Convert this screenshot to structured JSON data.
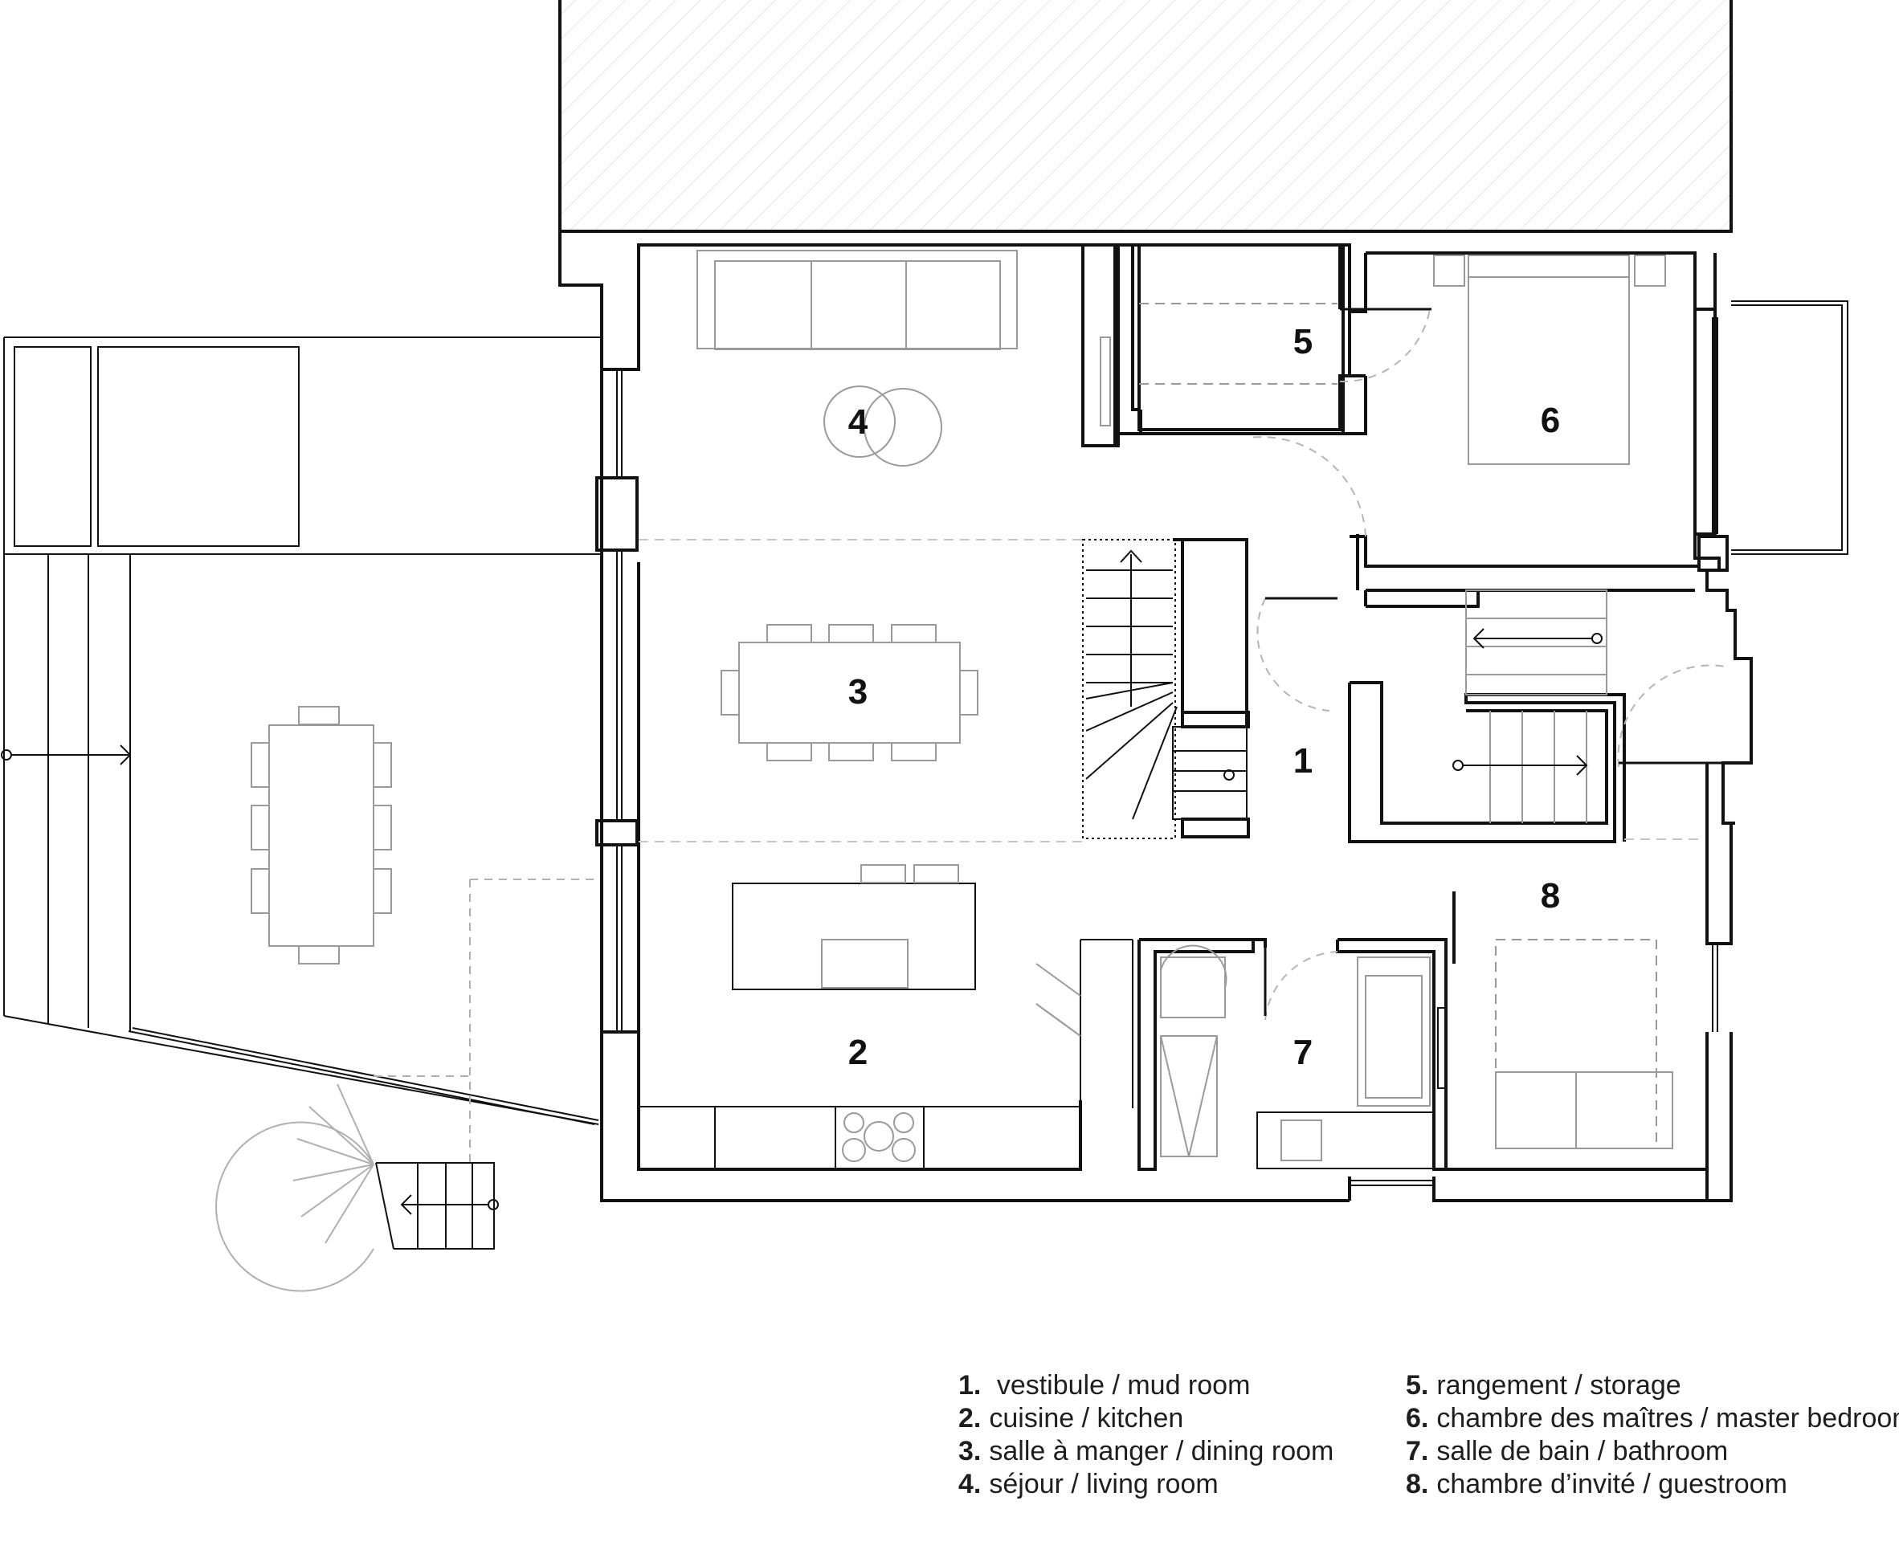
{
  "rooms": [
    {
      "number": "1",
      "label": "vestibule / mud room"
    },
    {
      "number": "2",
      "label": "cuisine / kitchen"
    },
    {
      "number": "3",
      "label": "salle à manger / dining room"
    },
    {
      "number": "4",
      "label": "séjour / living room"
    },
    {
      "number": "5",
      "label": "rangement / storage"
    },
    {
      "number": "6",
      "label": "chambre des maîtres / master bedroom"
    },
    {
      "number": "7",
      "label": "salle de bain / bathroom"
    },
    {
      "number": "8",
      "label": "chambre d’invité / guestroom"
    }
  ],
  "legend_numbers": {
    "n1": "1.",
    "n2": "2.",
    "n3": "3.",
    "n4": "4.",
    "n5": "5.",
    "n6": "6.",
    "n7": "7.",
    "n8": "8."
  },
  "colors": {
    "wall": "#111111",
    "furniture": "#9a9a9a",
    "dashed": "#b5b5b5",
    "hatch": "#e6e6e6"
  }
}
